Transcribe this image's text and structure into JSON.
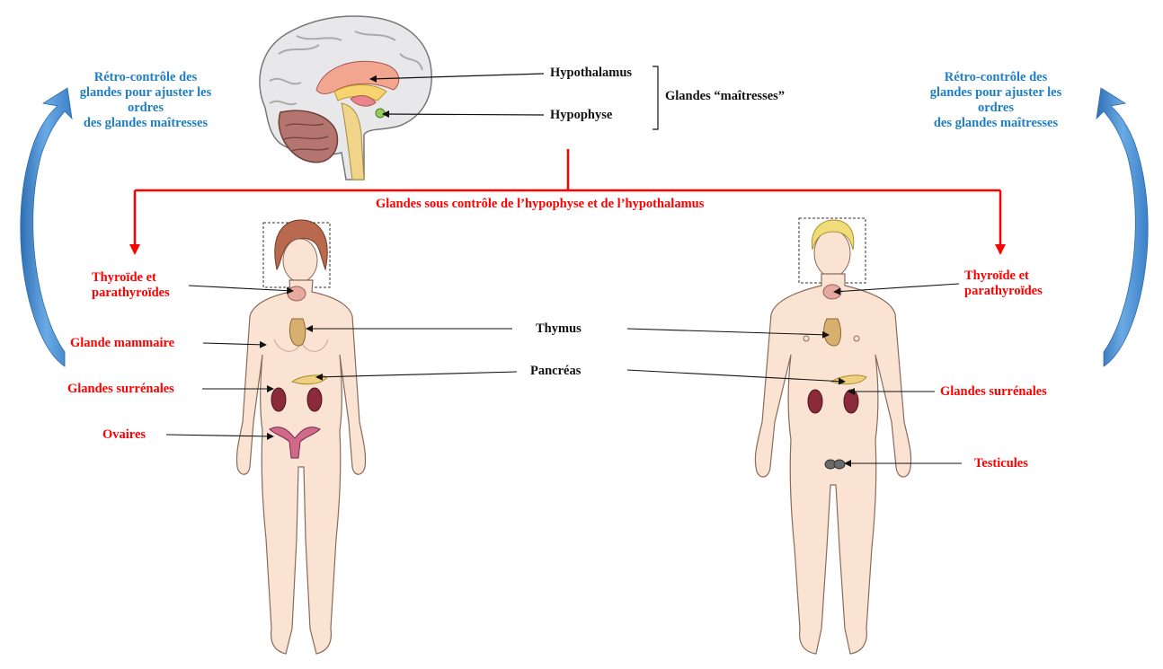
{
  "master": {
    "hypothalamus": "Hypothalamus",
    "hypophyse": "Hypophyse",
    "glandes_maitresses": "Glandes “maîtresses”"
  },
  "feedback": {
    "line1": "Rétro-contrôle des",
    "line2": "glandes pour ajuster les",
    "line3": "ordres",
    "line4": "des glandes maîtresses"
  },
  "controlled_title": "Glandes sous contrôle de l’hypophyse et de l’hypothalamus",
  "female": {
    "thyroide_line1": "Thyroïde et",
    "thyroide_line2": "parathyroïdes",
    "glande_mammaire": "Glande mammaire",
    "surrenales": "Glandes surrénales",
    "ovaires": "Ovaires"
  },
  "shared": {
    "thymus": "Thymus",
    "pancreas": "Pancréas"
  },
  "male": {
    "thyroide_line1": "Thyroïde et",
    "thyroide_line2": "parathyroïdes",
    "surrenales": "Glandes surrénales",
    "testicules": "Testicules"
  },
  "colors": {
    "red": "#ff0000",
    "blue": "#1f7ec1",
    "arrow_blue": "#4a8fd0",
    "skin": "#fbe3d4"
  }
}
